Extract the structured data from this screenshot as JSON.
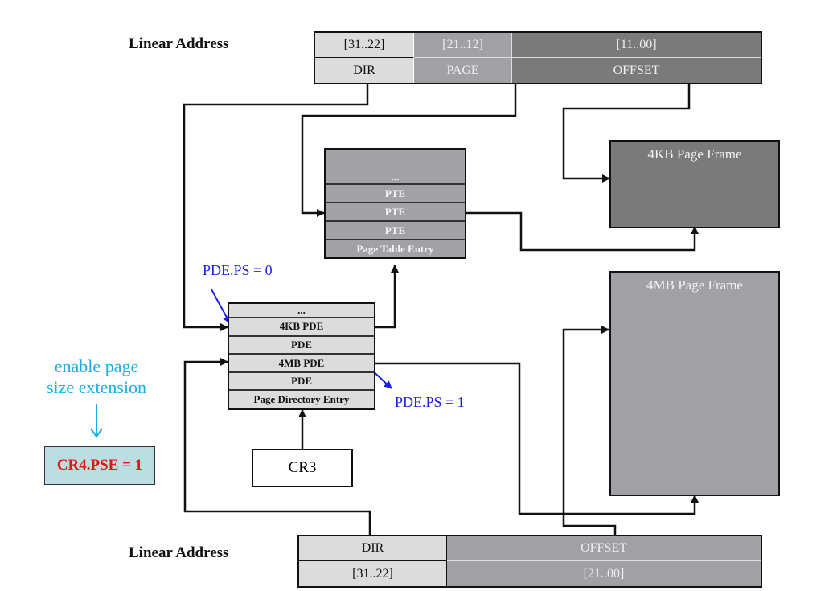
{
  "top_address": {
    "label": "Linear Address",
    "bits": [
      "[31..22]",
      "[21..12]",
      "[11..00]"
    ],
    "fields": [
      "DIR",
      "PAGE",
      "OFFSET"
    ]
  },
  "page_table": {
    "rows": [
      "...",
      "PTE",
      "PTE",
      "PTE",
      "Page Table Entry"
    ]
  },
  "page_directory": {
    "rows": [
      "...",
      "4KB PDE",
      "PDE",
      "4MB PDE",
      "PDE",
      "Page Directory Entry"
    ]
  },
  "frames": {
    "kb4": "4KB Page Frame",
    "mb4": "4MB Page Frame"
  },
  "cr3": "CR3",
  "annotations": {
    "ps0": "PDE.PS = 0",
    "ps1": "PDE.PS = 1",
    "enable_line1": "enable page",
    "enable_line2": "size extension",
    "cr4": "CR4.PSE = 1"
  },
  "bottom_address": {
    "label": "Linear Address",
    "fields": [
      "DIR",
      "OFFSET"
    ],
    "bits": [
      "[31..22]",
      "[21..00]"
    ]
  },
  "colors": {
    "annotation_blue": "#1e1ee6",
    "annotation_cyan": "#19aee6",
    "cr4_text": "#ee1111",
    "cr4_bg": "#bcdde2"
  }
}
